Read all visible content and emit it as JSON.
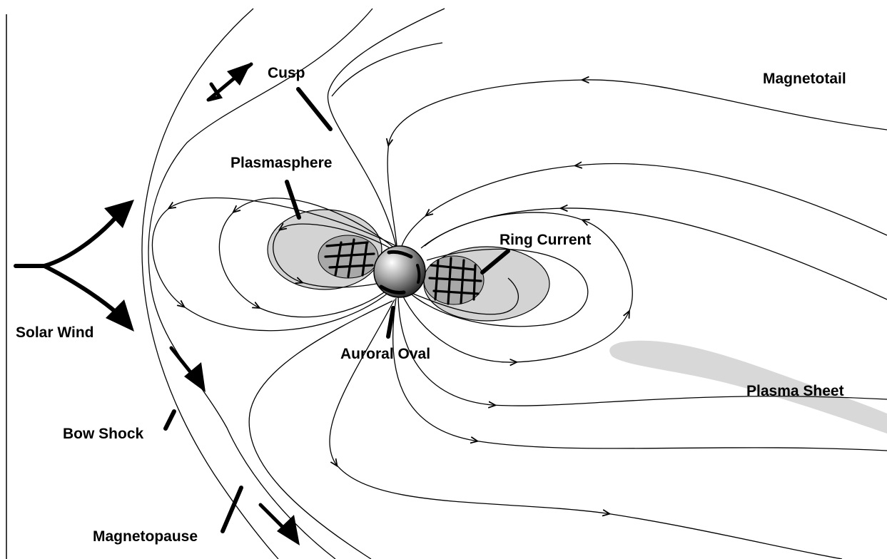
{
  "labels": {
    "cusp": "Cusp",
    "magnetotail": "Magnetotail",
    "plasmasphere": "Plasmasphere",
    "ring_current": "Ring Current",
    "solar_wind": "Solar Wind",
    "auroral_oval": "Auroral Oval",
    "plasma_sheet": "Plasma Sheet",
    "bow_shock": "Bow Shock",
    "magnetopause": "Magnetopause"
  },
  "colors": {
    "background": "#ffffff",
    "ink": "#000000",
    "plasmasphere_fill": "#d3d3d3",
    "plasma_sheet_fill": "#d8d8d8",
    "ring_current_fill": "#a8a8a8"
  }
}
